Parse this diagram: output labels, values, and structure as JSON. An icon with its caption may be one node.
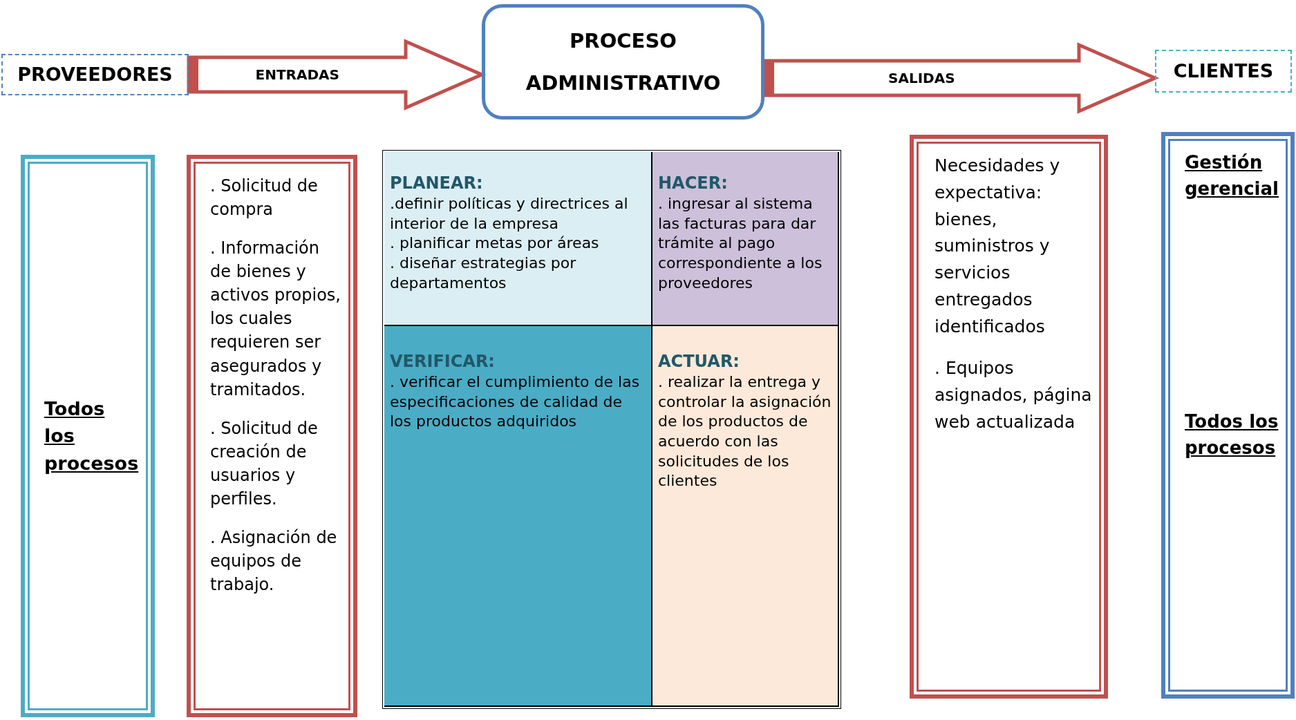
{
  "diagram": {
    "nodes": [
      {
        "text": [
          "PROVEEDORES"
        ]
      },
      {
        "text": [
          "PROCESO ADMINISTRATIVO"
        ]
      },
      {
        "text": [
          "CLIENTES"
        ]
      },
      {
        "text": [
          "Todos los procesos"
        ]
      },
      {
        "text": [
          ". Solicitud de compra",
          ". Información de bienes y activos propios, los cuales requieren ser asegurados y tramitados.",
          ". Solicitud de creación de usuarios y perfiles.",
          ". Asignación de equipos de trabajo."
        ]
      },
      {
        "text": [
          "PLANEAR:",
          ".definir políticas y directrices al interior de la empresa",
          ". planificar metas por áreas",
          ". diseñar estrategias por departamentos"
        ]
      },
      {
        "text": [
          "HACER:",
          ". ingresar al sistema las facturas para dar trámite al pago correspondiente a los proveedores"
        ]
      },
      {
        "text": [
          "VERIFICAR:",
          ". verificar el cumplimiento de las especificaciones de calidad de los productos adquiridos"
        ]
      },
      {
        "text": [
          "ACTUAR:",
          ". realizar la entrega y controlar la asignación de los productos de acuerdo con las solicitudes de los clientes"
        ]
      },
      {
        "text": [
          "Necesidades y expectativa: bienes, suministros y servicios entregados identificados",
          ". Equipos asignados, página web actualizada"
        ]
      },
      {
        "text": [
          "Gestión gerencial",
          "Todos los procesos"
        ]
      }
    ],
    "edges": [
      {
        "from": 0,
        "to": 1,
        "arrow": "to",
        "label": "ENTRADAS",
        "style": "thick"
      },
      {
        "from": 1,
        "to": 2,
        "arrow": "to",
        "label": "SALIDAS",
        "style": "thick"
      }
    ]
  }
}
